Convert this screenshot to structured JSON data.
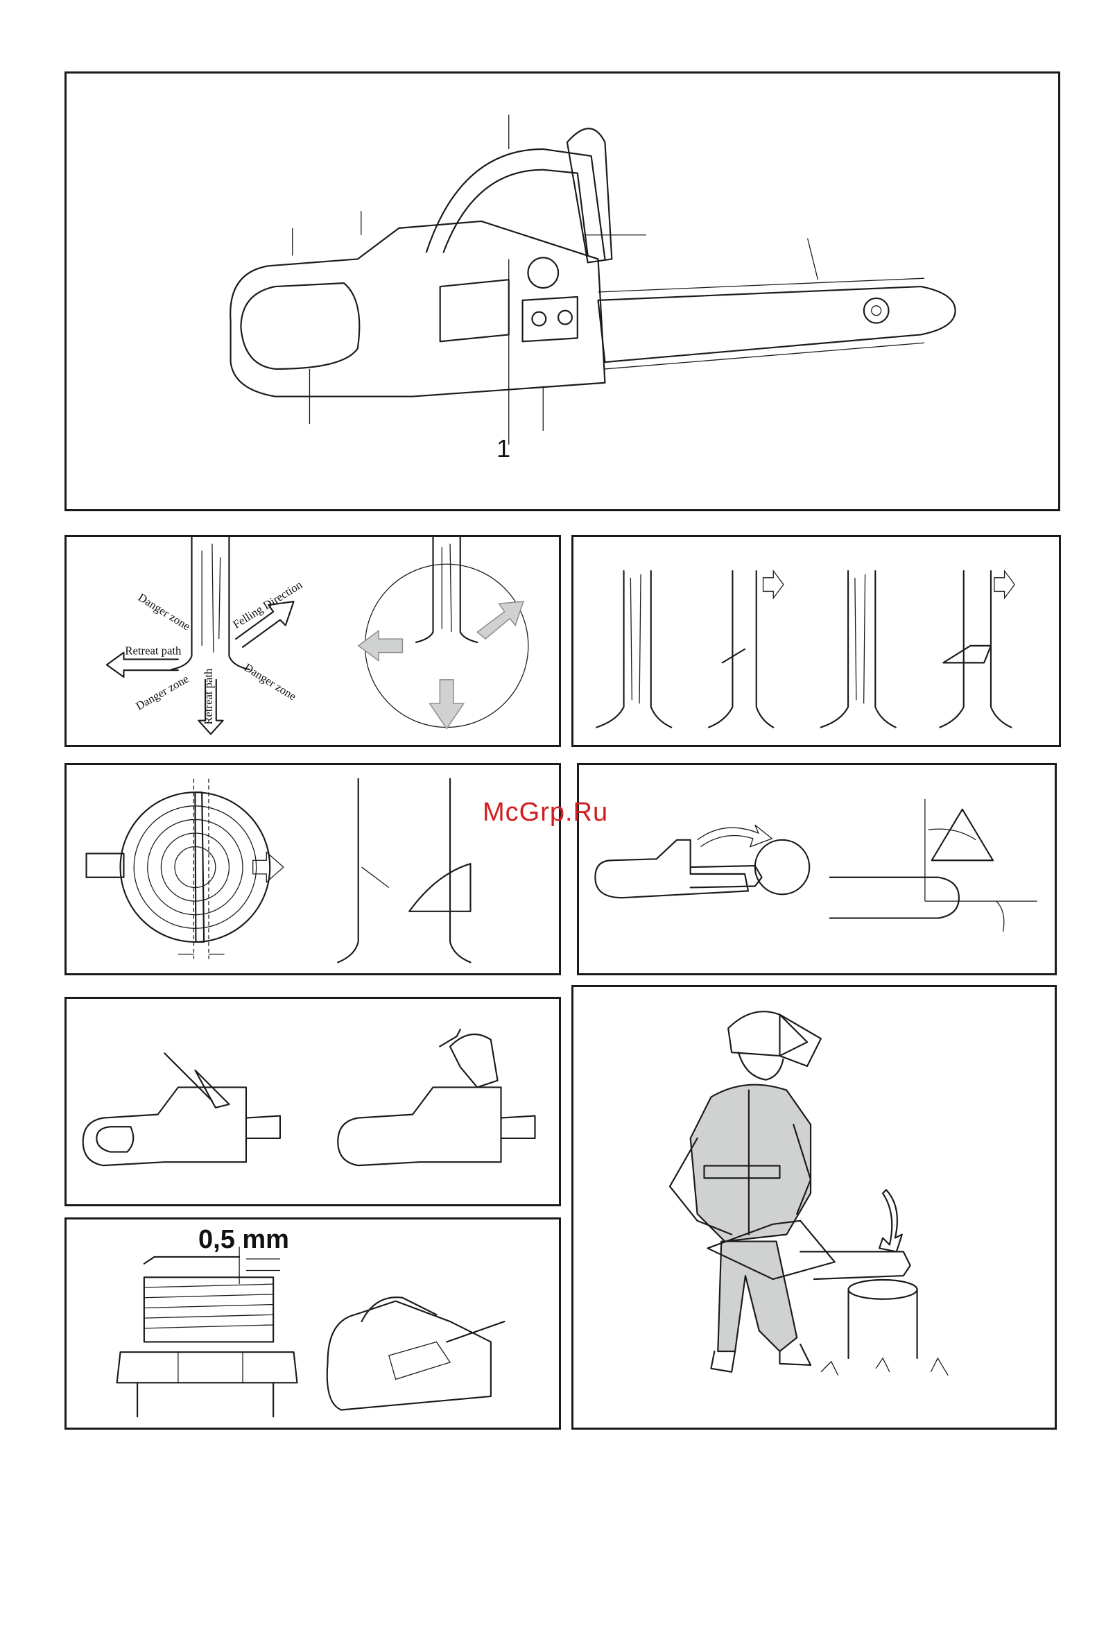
{
  "figure1": {
    "callout": "1"
  },
  "felling": {
    "labels": {
      "danger_zone_top": "Danger zone",
      "felling_direction": "Felling Direction",
      "retreat_path_left": "Retreat path",
      "danger_zone_left": "Danger zone",
      "retreat_path_down": "Retreat path",
      "danger_zone_right": "Danger zone"
    }
  },
  "spark_plug": {
    "gap_label": "0,5 mm"
  },
  "watermark": {
    "text": "McGrp.Ru"
  },
  "colors": {
    "line": "#1a1a1a",
    "arrow_fill": "#cfd2d0",
    "watermark": "#d11d1d"
  }
}
